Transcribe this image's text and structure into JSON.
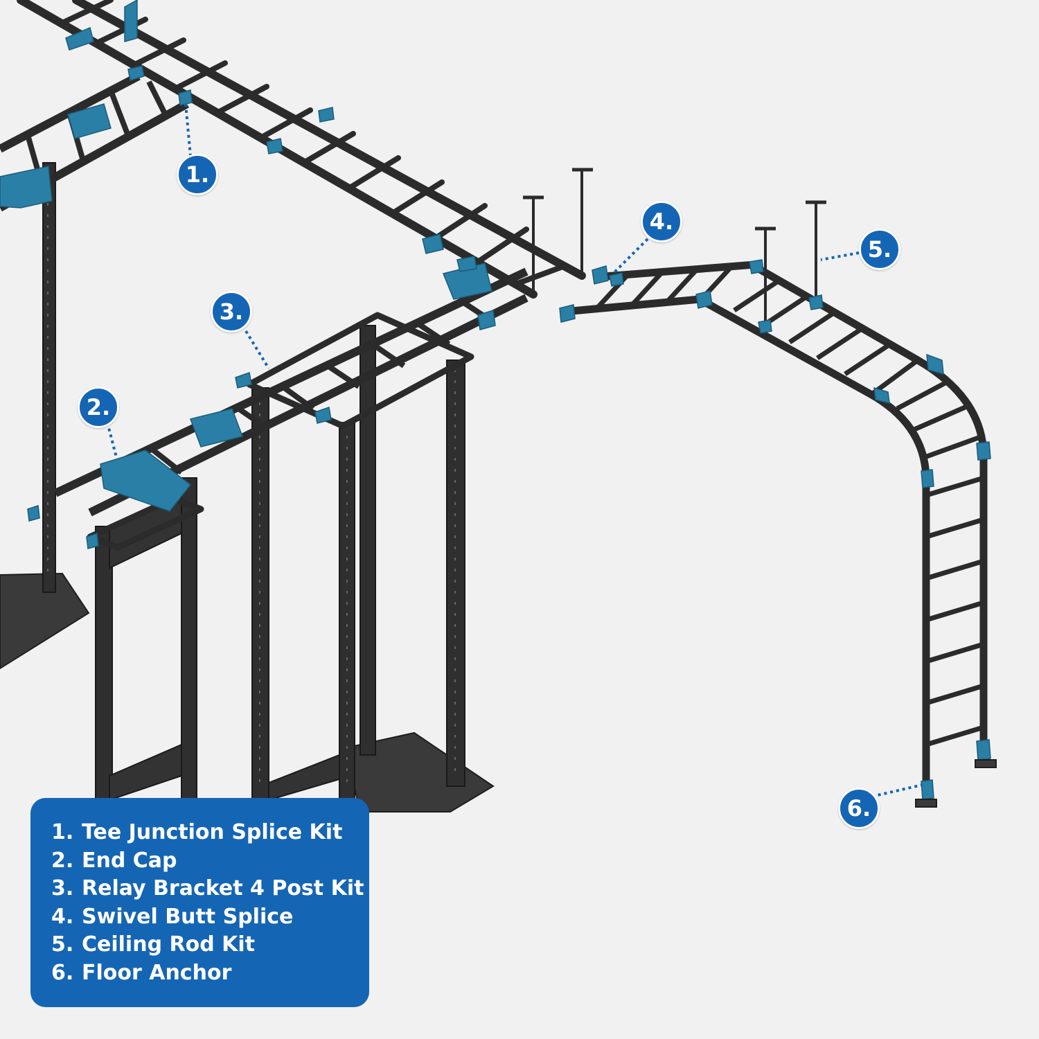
{
  "callouts": [
    {
      "id": "1",
      "text": "1."
    },
    {
      "id": "2",
      "text": "2."
    },
    {
      "id": "3",
      "text": "3."
    },
    {
      "id": "4",
      "text": "4."
    },
    {
      "id": "5",
      "text": "5."
    },
    {
      "id": "6",
      "text": "6."
    }
  ],
  "legend": {
    "items": [
      {
        "num": "1.",
        "label": "Tee Junction Splice Kit"
      },
      {
        "num": "2.",
        "label": "End Cap"
      },
      {
        "num": "3.",
        "label": "Relay Bracket 4 Post Kit"
      },
      {
        "num": "4.",
        "label": "Swivel Butt Splice"
      },
      {
        "num": "5.",
        "label": "Ceiling Rod Kit"
      },
      {
        "num": "6.",
        "label": "Floor Anchor"
      }
    ]
  },
  "colors": {
    "frame": "#2b2b2b",
    "accent": "#2a7fa6",
    "callout": "#1565b5",
    "legend_bg": "#1565b5",
    "background": "#f1f1f1"
  }
}
